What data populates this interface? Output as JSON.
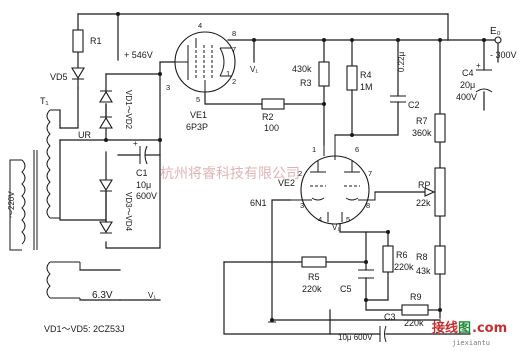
{
  "components": {
    "r1": "R1",
    "vd5": "VD5",
    "vd1_vd2": "VD1～VD2",
    "vd3_vd4": "VD3～VD4",
    "c1_name": "C1",
    "c1_value_1": "10μ",
    "c1_value_2": "600V",
    "transformer": "T₁",
    "mains": "～220V",
    "heater_voltage": "6.3V",
    "heater_sym": "V₁",
    "ur": "UR",
    "vt1_name": "VE1",
    "vt1_type": "6P3P",
    "b_plus": "+ 546V",
    "r2_name": "R2",
    "r2_value": "100",
    "r3_value": "430k",
    "r3_name": "R3",
    "r4_name": "R4",
    "r4_value": "1M",
    "c2_value": "0.22μ",
    "c2_name": "C2",
    "r7_name": "R7",
    "r7_value": "360k",
    "rp_name": "RP",
    "rp_value": "22k",
    "r8_name": "R8",
    "r8_value": "43k",
    "c4_name": "C4",
    "c4_value_1": "20μ",
    "c4_value_2": "400V",
    "output_sym": "E₀",
    "output_voltage": "- 300V",
    "vt2_name": "VE2",
    "vt2_type": "6N1",
    "vt2_heater": "V₁",
    "vt1_heater": "V₁",
    "r5_name": "R5",
    "r5_value": "220k",
    "r6_name": "R6",
    "r6_value": "220k",
    "c5_name": "C5",
    "r9_name": "R9",
    "r9_value": "220k",
    "c3_name": "C3",
    "c3_value": "10μ 600V",
    "diode_note": "VD1～VD5: 2CZ53J"
  },
  "pins": {
    "p1": "1",
    "p2": "2",
    "p3": "3",
    "p4": "4",
    "p5": "5",
    "p7": "7",
    "p8": "8",
    "q1": "1",
    "q2": "2",
    "q3": "3",
    "q4": "4",
    "q5": "5",
    "q6": "6",
    "q7": "7",
    "q8": "8"
  },
  "watermark": "杭州将睿科技有限公司",
  "logo": {
    "part1": "接线",
    "part2": "图",
    "part3": ".com",
    "url": "jiexiantu"
  }
}
